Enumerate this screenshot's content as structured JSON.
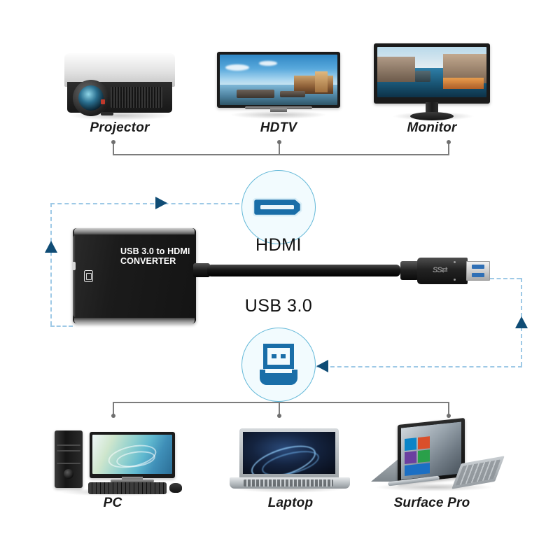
{
  "diagram": {
    "title": "USB 3.0 to HDMI Converter connection diagram",
    "accent_blue": "#1a6ea8",
    "dash_blue": "#9ec9e6",
    "arrow_blue": "#0f4c75",
    "badge_fill": "#f2fbfe",
    "badge_stroke": "#63b8d8",
    "bracket_gray": "#7c7c7c",
    "background": "#ffffff"
  },
  "outputs": {
    "bracket_name": "output-bracket",
    "devices": [
      {
        "id": "projector",
        "label": "Projector",
        "icon": "projector-icon"
      },
      {
        "id": "hdtv",
        "label": "HDTV",
        "icon": "hdtv-icon"
      },
      {
        "id": "monitor",
        "label": "Monitor",
        "icon": "monitor-icon"
      }
    ]
  },
  "inputs": {
    "bracket_name": "input-bracket",
    "devices": [
      {
        "id": "pc",
        "label": "PC",
        "icon": "desktop-pc-icon"
      },
      {
        "id": "laptop",
        "label": "Laptop",
        "icon": "laptop-icon"
      },
      {
        "id": "surface",
        "label": "Surface Pro",
        "icon": "surface-pro-icon"
      }
    ]
  },
  "badges": [
    {
      "id": "hdmi",
      "label": "HDMI",
      "icon": "hdmi-port-icon",
      "label_position": "below"
    },
    {
      "id": "usb30",
      "label": "USB 3.0",
      "icon": "usb-plug-icon",
      "label_position": "above"
    }
  ],
  "adapter": {
    "name": "usb-to-hdmi-adapter",
    "text_line1": "USB 3.0 to HDMI",
    "text_line2": "CONVERTER",
    "side_icon": "hdmi-port-small-icon",
    "connector": "usb-a-male-connector",
    "connector_logo": "superspeed-ss-icon"
  }
}
